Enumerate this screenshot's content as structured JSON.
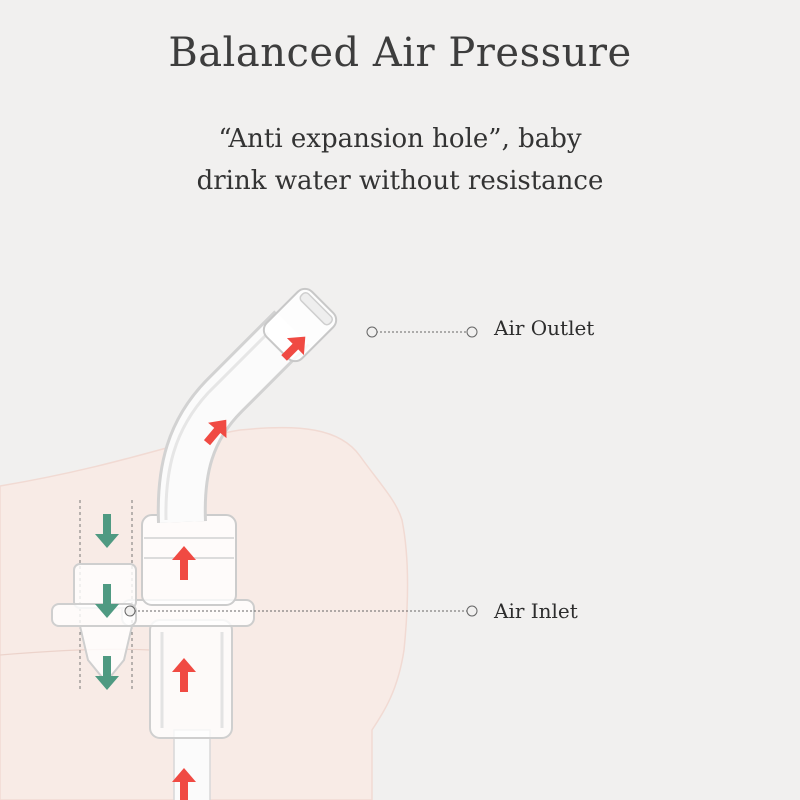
{
  "heading": {
    "title": "Balanced Air Pressure",
    "subtitle_line1": "“Anti expansion hole”, baby",
    "subtitle_line2": "drink water without resistance"
  },
  "labels": {
    "air_outlet": "Air Outlet",
    "air_inlet": "Air Inlet"
  },
  "colors": {
    "background": "#f1f0ef",
    "lid_shape": "#f8ebe6",
    "arrow_up": "#f04a43",
    "arrow_down": "#4f9a82",
    "leader_line": "#666666"
  }
}
